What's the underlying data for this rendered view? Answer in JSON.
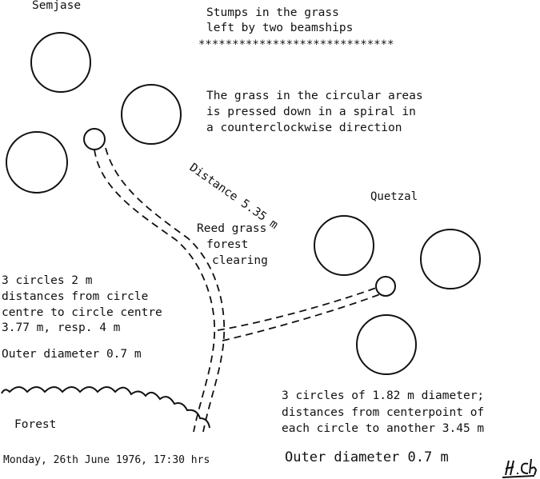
{
  "labels": {
    "semjase": "Semjase",
    "quetzal": "Quetzal",
    "forest": "Forest",
    "reed_grass": [
      "Reed grass",
      "forest",
      "clearing"
    ],
    "distance": "Distance 5.35 m"
  },
  "header": {
    "title_lines": [
      "Stumps in the grass",
      "left by two beamships"
    ],
    "stars": "*****************************"
  },
  "note_spiral": [
    "The grass in the circular areas",
    "is pressed down in a spiral in",
    "a counterclockwise direction"
  ],
  "left_note": [
    "3 circles 2 m",
    "distances from circle",
    "centre to circle centre",
    "3.77 m, resp. 4 m"
  ],
  "left_outer": "Outer diameter 0.7 m",
  "right_note": [
    "3 circles of 1.82 m diameter;",
    "distances from centerpoint of",
    "each circle to another 3.45 m"
  ],
  "right_outer": "Outer diameter 0.7 m",
  "date": "Monday, 26th June 1976, 17:30 hrs",
  "signature": "H.Sch"
}
